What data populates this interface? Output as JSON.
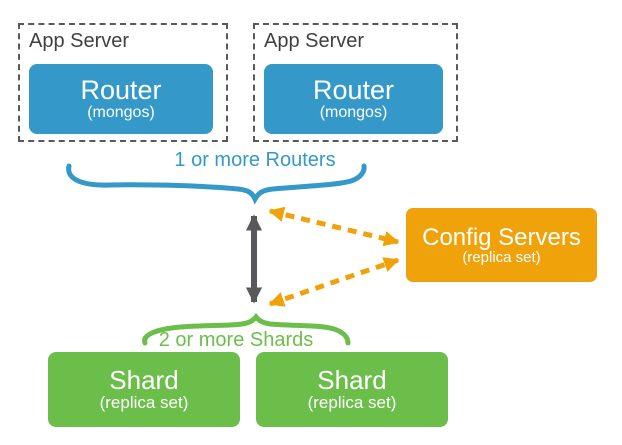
{
  "diagram": {
    "title_hint": "Sharded cluster architecture",
    "app_servers": [
      {
        "label": "App Server",
        "router": {
          "title": "Router",
          "subtitle": "(mongos)"
        }
      },
      {
        "label": "App Server",
        "router": {
          "title": "Router",
          "subtitle": "(mongos)"
        }
      }
    ],
    "routers_brace_label": "1 or more Routers",
    "config_servers": {
      "title": "Config Servers",
      "subtitle": "(replica set)"
    },
    "shards_brace_label": "2 or more Shards",
    "shards": [
      {
        "title": "Shard",
        "subtitle": "(replica set)"
      },
      {
        "title": "Shard",
        "subtitle": "(replica set)"
      }
    ],
    "colors": {
      "blue": "#3498c8",
      "green": "#6cbe4b",
      "orange": "#f0a20a",
      "gray": "#58595b",
      "label_dark": "#404041"
    }
  }
}
